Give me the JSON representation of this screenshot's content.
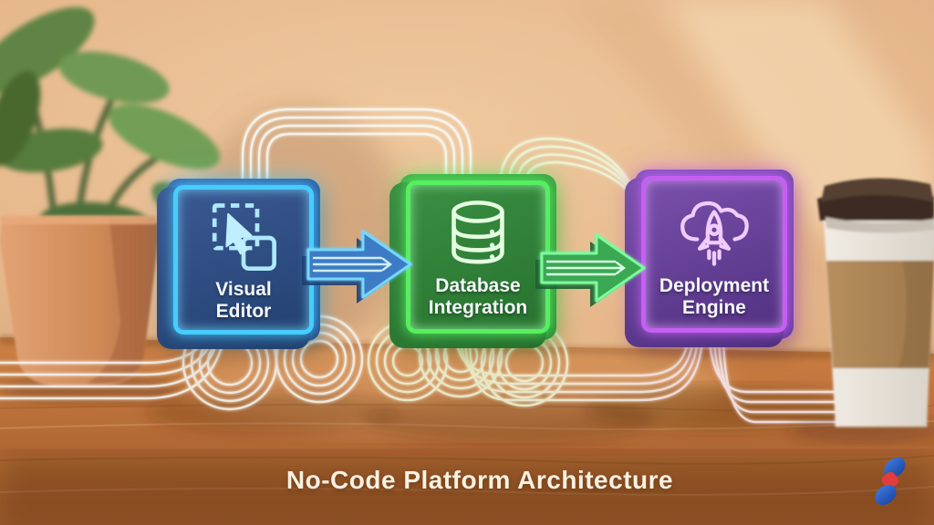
{
  "title": "No-Code Platform Architecture",
  "diagram": {
    "nodes": [
      {
        "id": "visual-editor",
        "label": "Visual Editor",
        "label_line1": "Visual",
        "label_line2": "Editor",
        "icon": "selection-cursor-icon",
        "fill_color": "#2e5fa3",
        "neon_color": "#45cdff"
      },
      {
        "id": "database-integration",
        "label": "Database Integration",
        "label_line1": "Database",
        "label_line2": "Integration",
        "icon": "database-icon",
        "fill_color": "#37a041",
        "neon_color": "#55ef5f"
      },
      {
        "id": "deployment-engine",
        "label": "Deployment Engine",
        "label_line1": "Deployment",
        "label_line2": "Engine",
        "icon": "cloud-rocket-icon",
        "fill_color": "#7a4cb8",
        "neon_color": "#c55ff2"
      }
    ],
    "connectors": [
      {
        "from": "Visual Editor",
        "to": "Database Integration",
        "shape": "block-arrow",
        "color": "#3f7fc7"
      },
      {
        "from": "Database Integration",
        "to": "Deployment Engine",
        "shape": "block-arrow",
        "color": "#3aa853"
      }
    ],
    "flow_lines_color": "#f6f4ec"
  },
  "decor": {
    "plant_icon": "potted-plant",
    "cup_icon": "coffee-cup",
    "logo_icon": "s-monogram-logo"
  }
}
